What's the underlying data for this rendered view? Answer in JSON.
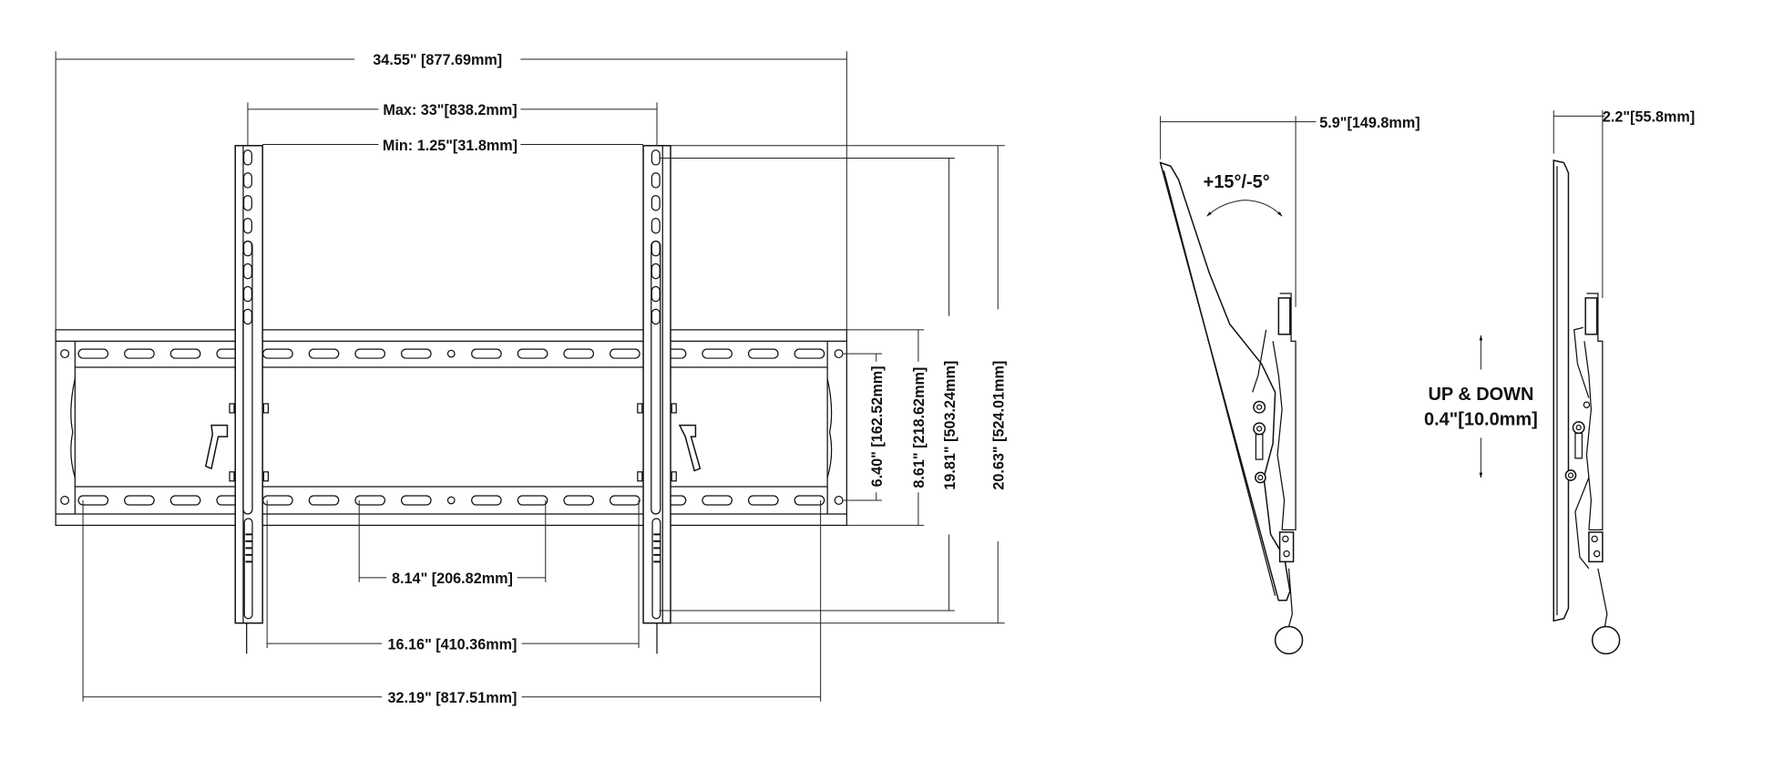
{
  "front_view": {
    "overall_width": "34.55\" [877.69mm]",
    "max_spacing": "Max: 33\"[838.2mm]",
    "min_spacing": "Min: 1.25\"[31.8mm]",
    "slot_spacing_small": "8.14\" [206.82mm]",
    "bracket_spacing": "16.16\" [410.36mm]",
    "slot_span": "32.19\" [817.51mm]",
    "rail_hole_spacing": "6.40\" [162.52mm]",
    "rail_height": "8.61\" [218.62mm]",
    "bracket_slot_span": "19.81\" [503.24mm]",
    "overall_height": "20.63\" [524.01mm]"
  },
  "side_view_tilt": {
    "depth": "5.9\"[149.8mm]",
    "tilt_range": "+15°/-5°"
  },
  "side_view_flat": {
    "depth": "2.2\"[55.8mm]",
    "adjust_title": "UP & DOWN",
    "adjust_value": "0.4\"[10.0mm]"
  }
}
